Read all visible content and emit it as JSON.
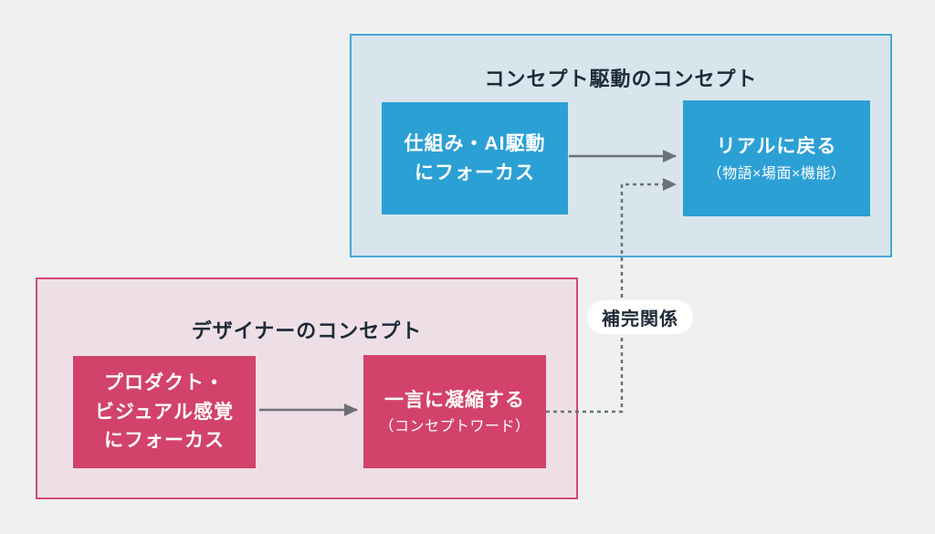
{
  "colors": {
    "page_bg": "#EFF1F1",
    "text_dark": "#1E2A38",
    "node_text": "#FFFFFF",
    "blue_group_bg": "#D9E5EC",
    "blue_group_border": "#45A8D7",
    "blue_node_bg": "#2BA0D5",
    "pink_group_bg": "#EDDFE5",
    "pink_group_border": "#D34A72",
    "pink_node_bg": "#D2426B",
    "connector": "#6B7175",
    "pill_bg": "#FFFFFF"
  },
  "groups": {
    "concept_driven": {
      "title": "コンセプト駆動のコンセプト",
      "nodes": {
        "ai_focus": {
          "lines": [
            "仕組み・AI駆動",
            "にフォーカス"
          ]
        },
        "back_to_real": {
          "title": "リアルに戻る",
          "subtitle": "（物語×場面×機能）"
        }
      }
    },
    "designer": {
      "title": "デザイナーのコンセプト",
      "nodes": {
        "product_focus": {
          "lines": [
            "プロダクト・",
            "ビジュアル感覚",
            "にフォーカス"
          ]
        },
        "concept_word": {
          "title": "一言に凝縮する",
          "subtitle": "（コンセプトワード）"
        }
      }
    }
  },
  "connector": {
    "label": "補完関係"
  }
}
